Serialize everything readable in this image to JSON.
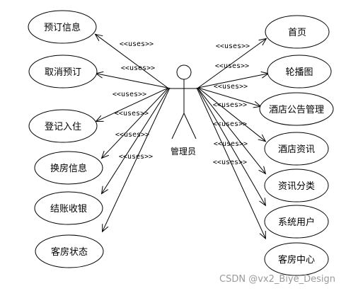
{
  "diagram": {
    "actor": {
      "label": "管理员"
    },
    "stereotype": "<<uses>>",
    "left_usecases": [
      {
        "label": "预订信息"
      },
      {
        "label": "取消预订"
      },
      {
        "label": "登记入住"
      },
      {
        "label": "换房信息"
      },
      {
        "label": "结账收银"
      },
      {
        "label": "客房状态"
      }
    ],
    "right_usecases": [
      {
        "label": "首页"
      },
      {
        "label": "轮播图"
      },
      {
        "label": "酒店公告管理"
      },
      {
        "label": "酒店资讯"
      },
      {
        "label": "资讯分类"
      },
      {
        "label": "系统用户"
      },
      {
        "label": "客房中心"
      }
    ]
  },
  "watermark": "CSDN @vx2_Biye_Design"
}
